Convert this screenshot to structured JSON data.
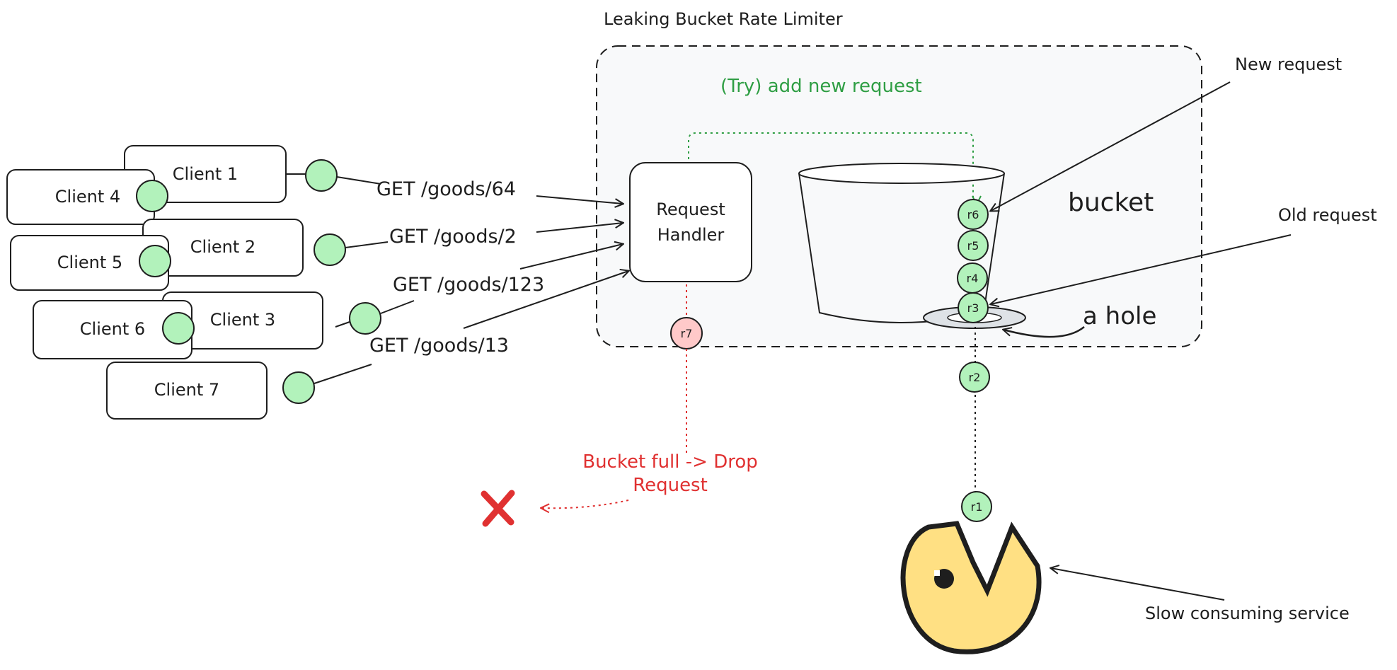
{
  "title": "Leaking Bucket Rate Limiter",
  "clients": [
    {
      "label": "Client 1"
    },
    {
      "label": "Client 2"
    },
    {
      "label": "Client 3"
    },
    {
      "label": "Client 4"
    },
    {
      "label": "Client 5"
    },
    {
      "label": "Client 6"
    },
    {
      "label": "Client 7"
    }
  ],
  "requests": [
    {
      "label": "GET /goods/64"
    },
    {
      "label": "GET /goods/2"
    },
    {
      "label": "GET /goods/123"
    },
    {
      "label": "GET /goods/13"
    }
  ],
  "handler": {
    "line1": "Request",
    "line2": "Handler"
  },
  "try_add_label": "(Try) add new request",
  "bucket_label": "bucket",
  "hole_label": "a hole",
  "new_request_label": "New request",
  "old_request_label": "Old request",
  "bucket_items": [
    "r6",
    "r5",
    "r4",
    "r3"
  ],
  "leaked_items": [
    "r2",
    "r1"
  ],
  "dropped_item": "r7",
  "drop_label": {
    "line1": "Bucket full -> Drop",
    "line2": "Request"
  },
  "consumer_label": "Slow consuming service",
  "colors": {
    "ink": "#1e1e1e",
    "green_fill": "#b2f2bb",
    "green_line": "#2f9e44",
    "red": "#e03131",
    "red_fill": "#ffc9c9",
    "panel": "#f8f9fa",
    "pacman": "#ffe083"
  }
}
